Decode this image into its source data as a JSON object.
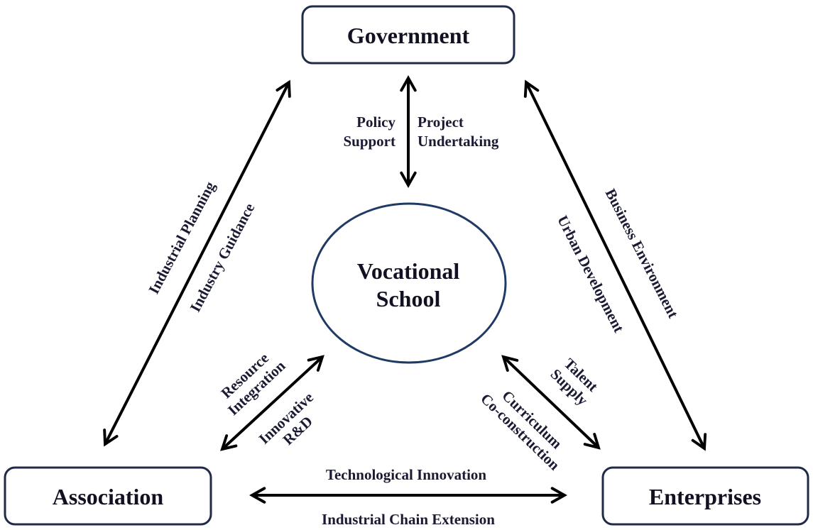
{
  "nodes": {
    "government": "Government",
    "association": "Association",
    "enterprises": "Enterprises",
    "vocational_school": [
      "Vocational",
      "School"
    ]
  },
  "edges": {
    "government_school": {
      "left_label": [
        "Policy",
        "Support"
      ],
      "right_label": [
        "Project",
        "Undertaking"
      ]
    },
    "government_association": {
      "outer_label": "Industrial Planning",
      "inner_label": "Industry Guidance"
    },
    "government_enterprises": {
      "outer_label": "Business Environment",
      "inner_label": "Urban Development"
    },
    "association_school": {
      "outer_label": [
        "Resource",
        "Integration"
      ],
      "inner_label": [
        "Innovative",
        "R&D"
      ]
    },
    "school_enterprises": {
      "outer_label": [
        "Talent",
        "Supply"
      ],
      "inner_label": [
        "Curriculum",
        "Co-construction"
      ]
    },
    "association_enterprises": {
      "top_label": "Technological Innovation",
      "bottom_label": "Industrial Chain Extension"
    }
  },
  "colors": {
    "box_border": "#1f2b47",
    "circle_border": "#1f3a64",
    "arrow": "#000000",
    "label_text": "#1a1a33"
  }
}
